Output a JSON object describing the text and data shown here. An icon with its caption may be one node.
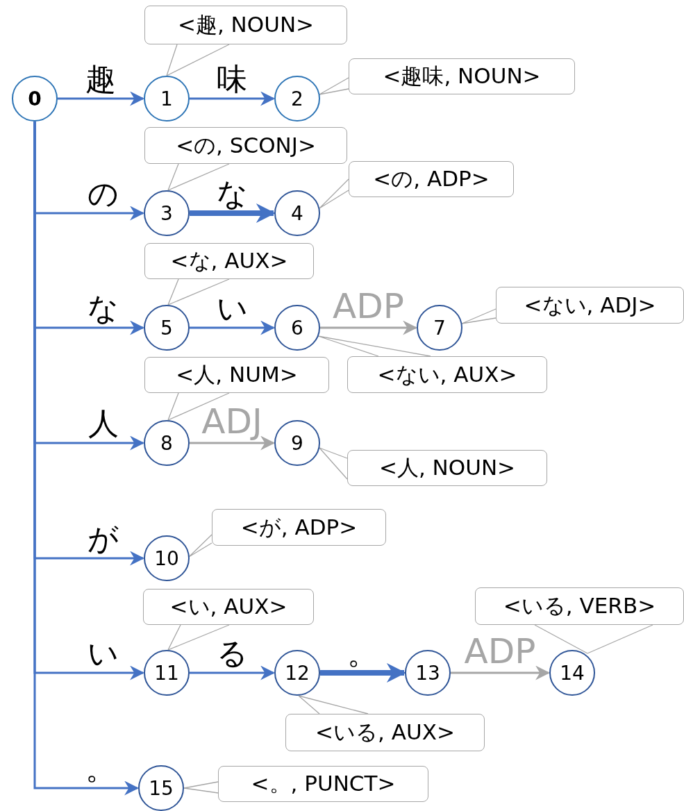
{
  "diagram": {
    "nodes": [
      {
        "text": [
          "0"
        ]
      },
      {
        "text": [
          "1"
        ]
      },
      {
        "text": [
          "2"
        ]
      },
      {
        "text": [
          "3"
        ]
      },
      {
        "text": [
          "4"
        ]
      },
      {
        "text": [
          "5"
        ]
      },
      {
        "text": [
          "6"
        ]
      },
      {
        "text": [
          "7"
        ]
      },
      {
        "text": [
          "8"
        ]
      },
      {
        "text": [
          "9"
        ]
      },
      {
        "text": [
          "10"
        ]
      },
      {
        "text": [
          "11"
        ]
      },
      {
        "text": [
          "12"
        ]
      },
      {
        "text": [
          "13"
        ]
      },
      {
        "text": [
          "14"
        ]
      },
      {
        "text": [
          "15"
        ]
      },
      {
        "text": [
          "<趣, NOUN>"
        ]
      },
      {
        "text": [
          "<趣味, NOUN>"
        ]
      },
      {
        "text": [
          "<の, SCONJ>"
        ]
      },
      {
        "text": [
          "<の, ADP>"
        ]
      },
      {
        "text": [
          "<な, AUX>"
        ]
      },
      {
        "text": [
          "<ない, ADJ>"
        ]
      },
      {
        "text": [
          "<ない, AUX>"
        ]
      },
      {
        "text": [
          "<人, NUM>"
        ]
      },
      {
        "text": [
          "<人, NOUN>"
        ]
      },
      {
        "text": [
          "<が, ADP>"
        ]
      },
      {
        "text": [
          "<い, AUX>"
        ]
      },
      {
        "text": [
          "<いる, VERB>"
        ]
      },
      {
        "text": [
          "<いる, AUX>"
        ]
      },
      {
        "text": [
          "<。, PUNCT>"
        ]
      }
    ],
    "edges": [
      {
        "from": 0,
        "to": 1,
        "arrow": "to",
        "label": "趣",
        "color": "#4472c4"
      },
      {
        "from": 0,
        "to": 3,
        "arrow": "to",
        "label": "の",
        "color": "#4472c4"
      },
      {
        "from": 0,
        "to": 5,
        "arrow": "to",
        "label": "な",
        "color": "#4472c4"
      },
      {
        "from": 0,
        "to": 8,
        "arrow": "to",
        "label": "人",
        "color": "#4472c4"
      },
      {
        "from": 0,
        "to": 10,
        "arrow": "to",
        "label": "が",
        "color": "#4472c4"
      },
      {
        "from": 0,
        "to": 11,
        "arrow": "to",
        "label": "い",
        "color": "#4472c4"
      },
      {
        "from": 0,
        "to": 15,
        "arrow": "to",
        "label": "。",
        "color": "#4472c4"
      },
      {
        "from": 1,
        "to": 2,
        "arrow": "to",
        "label": "味",
        "color": "#4472c4"
      },
      {
        "from": 3,
        "to": 4,
        "arrow": "to",
        "label": "な",
        "style": "thick",
        "color": "#4472c4"
      },
      {
        "from": 5,
        "to": 6,
        "arrow": "to",
        "label": "い",
        "color": "#4472c4"
      },
      {
        "from": 6,
        "to": 7,
        "arrow": "to",
        "label": "ADP"
      },
      {
        "from": 8,
        "to": 9,
        "arrow": "to",
        "label": "ADJ"
      },
      {
        "from": 11,
        "to": 12,
        "arrow": "to",
        "label": "る",
        "color": "#4472c4"
      },
      {
        "from": 12,
        "to": 13,
        "arrow": "to",
        "label": "。",
        "style": "thick",
        "color": "#4472c4"
      },
      {
        "from": 13,
        "to": 14,
        "arrow": "to",
        "label": "ADP"
      },
      {
        "from": 16,
        "to": 1,
        "arrow": "none"
      },
      {
        "from": 17,
        "to": 2,
        "arrow": "none"
      },
      {
        "from": 18,
        "to": 3,
        "arrow": "none"
      },
      {
        "from": 19,
        "to": 4,
        "arrow": "none"
      },
      {
        "from": 20,
        "to": 5,
        "arrow": "none"
      },
      {
        "from": 21,
        "to": 7,
        "arrow": "none"
      },
      {
        "from": 22,
        "to": 6,
        "arrow": "none"
      },
      {
        "from": 23,
        "to": 8,
        "arrow": "none"
      },
      {
        "from": 24,
        "to": 9,
        "arrow": "none"
      },
      {
        "from": 25,
        "to": 10,
        "arrow": "none"
      },
      {
        "from": 26,
        "to": 11,
        "arrow": "none"
      },
      {
        "from": 27,
        "to": 14,
        "arrow": "none"
      },
      {
        "from": 28,
        "to": 12,
        "arrow": "none"
      },
      {
        "from": 29,
        "to": 15,
        "arrow": "none"
      }
    ]
  }
}
